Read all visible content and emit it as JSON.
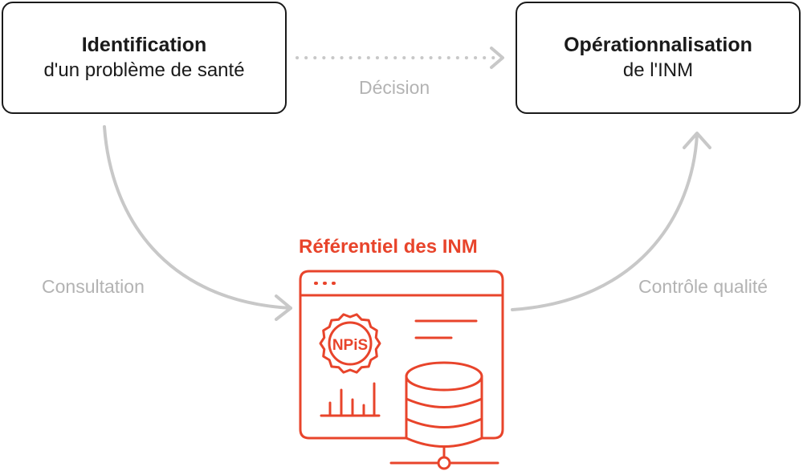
{
  "colors": {
    "box_border": "#1a1a1a",
    "text_dark": "#1a1a1a",
    "connector": "#c8c8c8",
    "label_gray": "#b3b3b3",
    "accent": "#e8442b"
  },
  "nodes": {
    "identification": {
      "title": "Identification",
      "subtitle": "d'un problème de santé"
    },
    "operationnalisation": {
      "title": "Opérationnalisation",
      "subtitle": "de l'INM"
    }
  },
  "edges": {
    "decision": "Décision",
    "consultation": "Consultation",
    "controle": "Contrôle qualité"
  },
  "referentiel": {
    "title": "Référentiel des INM",
    "seal_text": "NPiS",
    "icons": [
      "browser-window-icon",
      "seal-icon",
      "bar-chart-icon",
      "database-icon",
      "network-node-icon"
    ]
  }
}
